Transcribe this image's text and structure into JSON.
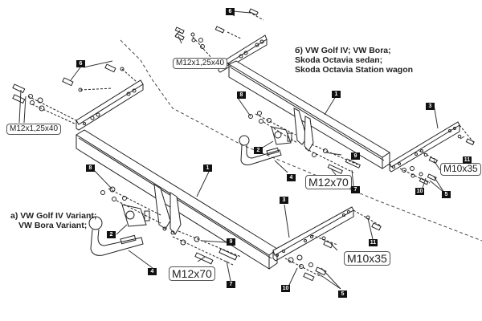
{
  "diagram": {
    "title": "Tow bar exploded assembly diagram",
    "variants": {
      "a": {
        "label_line1": "a) VW Golf IV Variant;",
        "label_line2": "VW Bora Variant;"
      },
      "b": {
        "label_line1": "б) VW Golf IV; VW Bora;",
        "label_line2": "Skoda Octavia sedan;",
        "label_line3": "Skoda Octavia Station wagon"
      }
    },
    "bolt_sizes": {
      "a_side_bracket": "M12x1,25x40",
      "a_ball_mount": "M12x70",
      "a_right_bracket": "M10x35",
      "b_side_bracket": "M12x1,25x40",
      "b_ball_mount": "M12x70",
      "b_right_bracket": "M10x35"
    },
    "part_numbers": {
      "crossbar": "1",
      "socket_plate": "2",
      "side_bracket": "3",
      "ball_neck": "4",
      "bolts_5": "5",
      "bolts_6": "6",
      "bolts_7": "7",
      "nuts_8": "8",
      "washers_9": "9",
      "washers_10": "10",
      "nuts_11": "11"
    }
  }
}
